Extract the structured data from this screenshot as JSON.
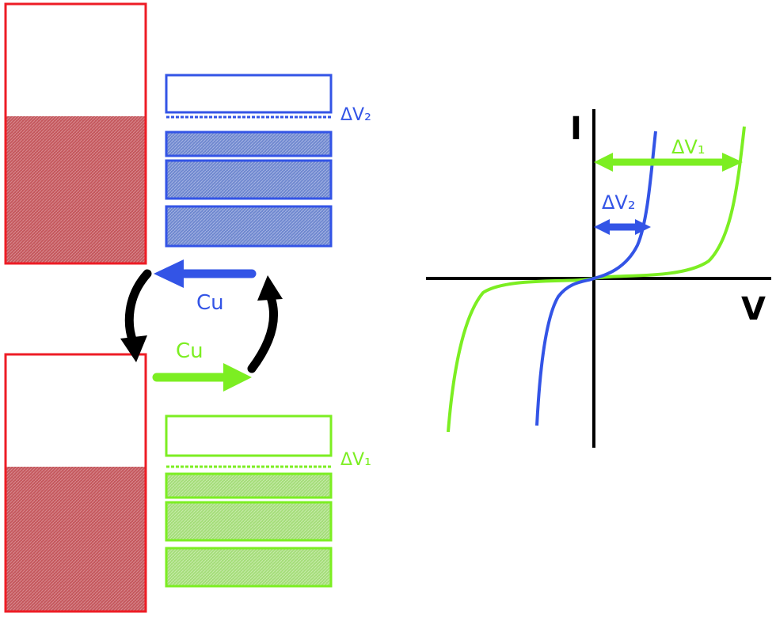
{
  "colors": {
    "red": "#ee1c25",
    "red_fill": "#c4585d",
    "blue": "#3354e6",
    "blue_fill": "#6f88cf",
    "green": "#7cee22",
    "green_fill": "#a5dd7a",
    "black": "#000000"
  },
  "diagram": {
    "cycle_labels": {
      "top_arrow": "Cu",
      "bottom_arrow": "Cu"
    },
    "blue_gap_label": "ΔV₂",
    "green_gap_label": "ΔV₁"
  },
  "iv_plot": {
    "y_axis_label": "I",
    "x_axis_label": "V",
    "green_arrow_label": "ΔV₁",
    "blue_arrow_label": "ΔV₂"
  }
}
